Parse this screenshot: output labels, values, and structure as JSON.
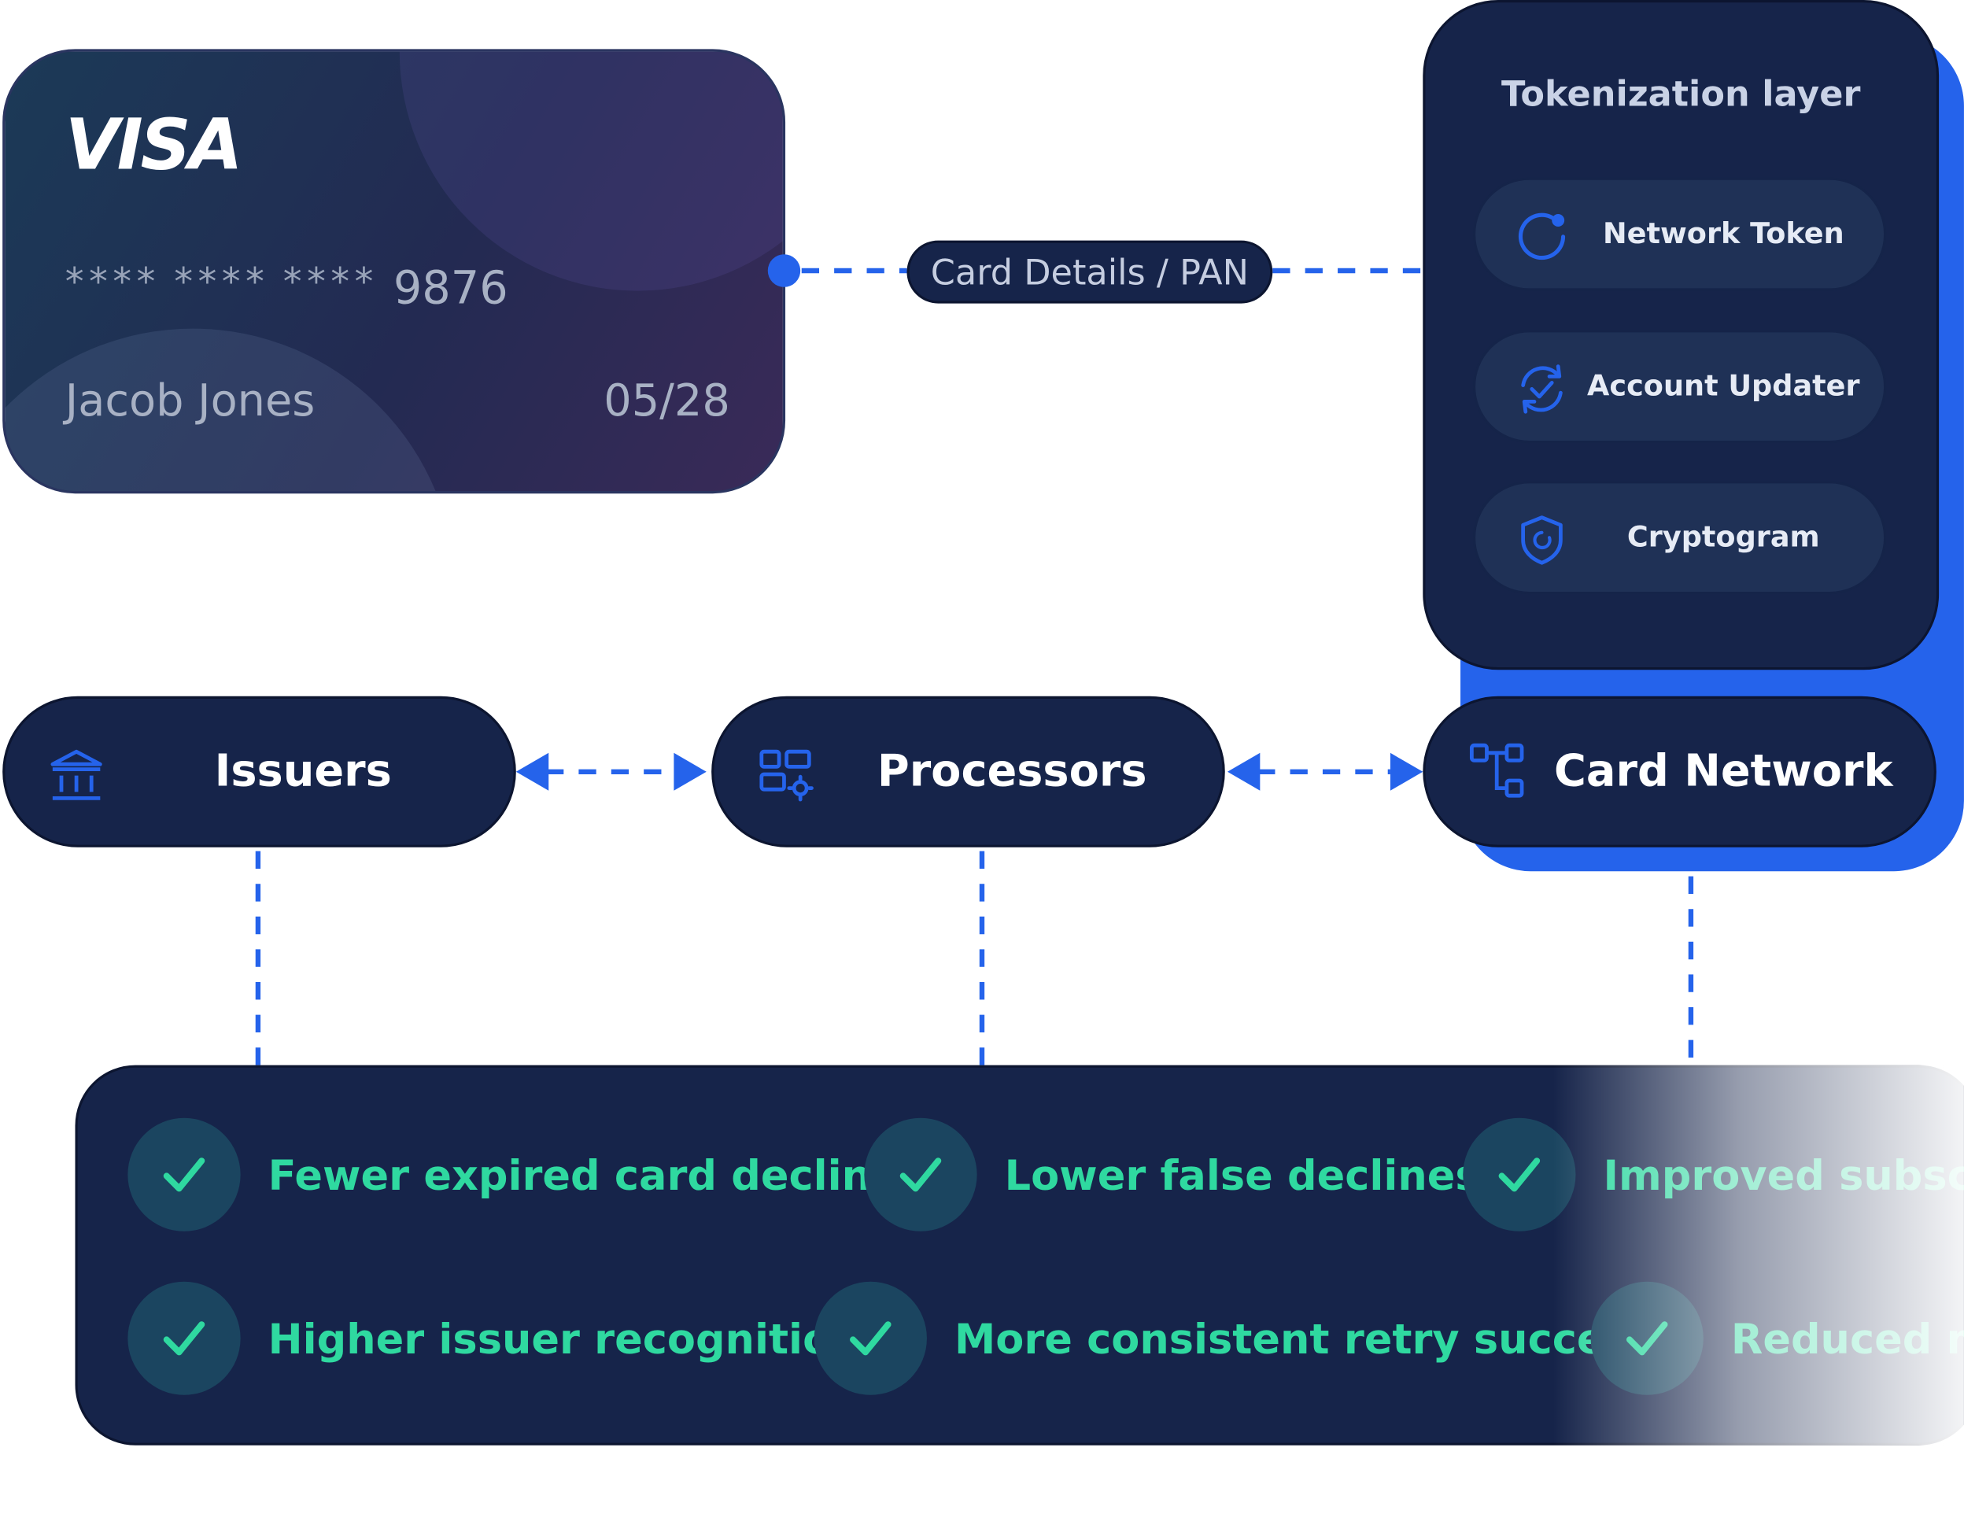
{
  "card": {
    "brand": "VISA",
    "masked_groups": [
      "****",
      "****",
      "****"
    ],
    "last4": "9876",
    "holder": "Jacob Jones",
    "expiry": "05/28"
  },
  "connector_label": "Card Details / PAN",
  "tokenization": {
    "title": "Tokenization layer",
    "items": [
      {
        "label": "Network Token",
        "icon": "refresh-dot-icon"
      },
      {
        "label": "Account Updater",
        "icon": "sync-check-icon"
      },
      {
        "label": "Cryptogram",
        "icon": "shield-icon"
      }
    ]
  },
  "nodes": [
    {
      "label": "Issuers",
      "icon": "bank-icon"
    },
    {
      "label": "Processors",
      "icon": "dashboard-gear-icon"
    },
    {
      "label": "Card Network",
      "icon": "network-nodes-icon"
    }
  ],
  "benefits": [
    "Fewer expired card declines",
    "Lower false declines",
    "Improved subscript",
    "Higher issuer recognition",
    "More consistent retry success",
    "Reduced ma"
  ],
  "colors": {
    "navy": "#16244a",
    "accent_blue": "#2563eb",
    "benefit_green": "#2fd9a0"
  }
}
